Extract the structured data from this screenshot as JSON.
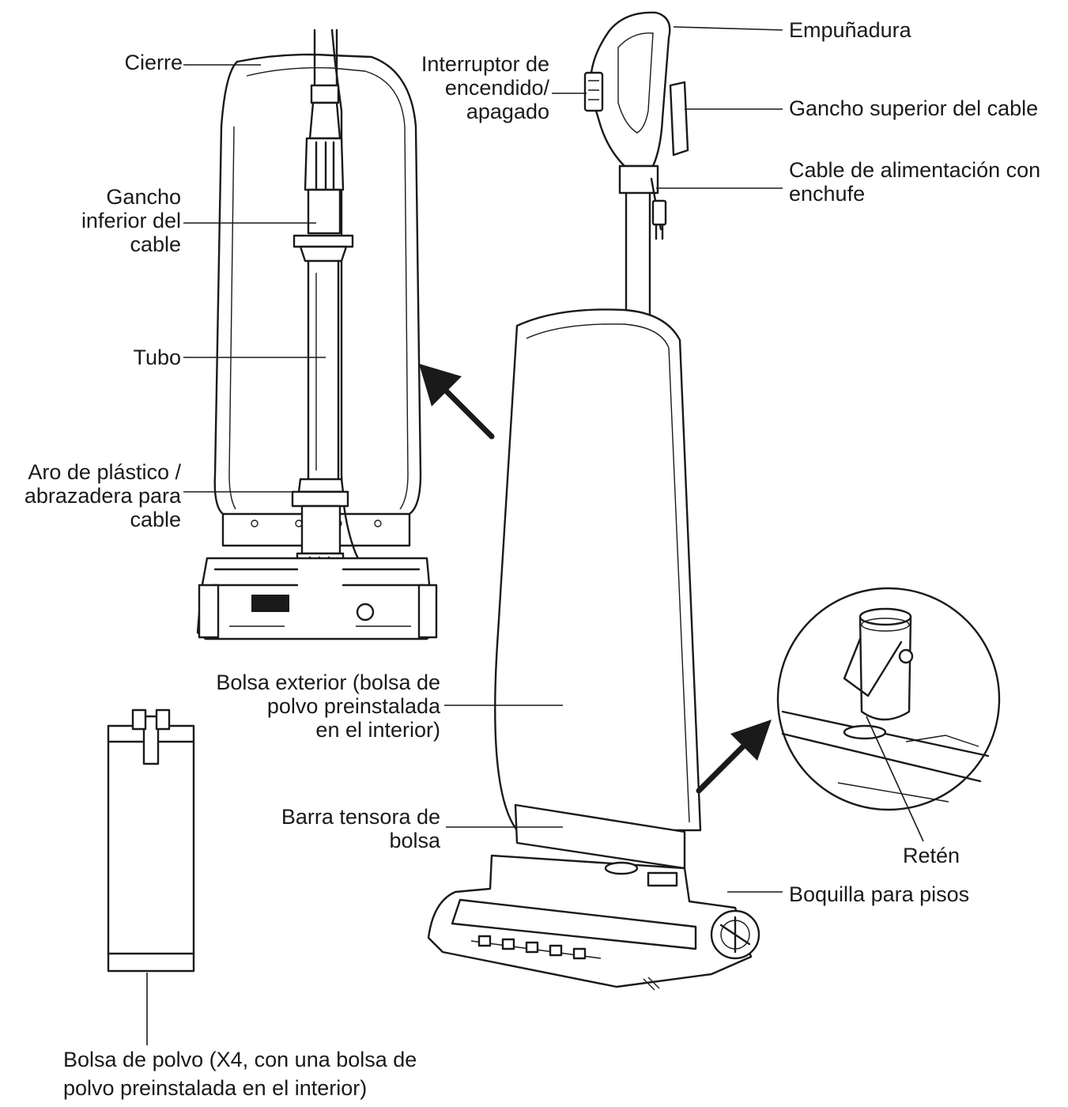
{
  "labels": {
    "cierre": "Cierre",
    "gancho_inferior": [
      "Gancho",
      "inferior del",
      "cable"
    ],
    "tubo": "Tubo",
    "aro": [
      "Aro de plástico /",
      "abrazadera para",
      "cable"
    ],
    "interruptor": [
      "Interruptor de",
      "encendido/",
      "apagado"
    ],
    "empunadura": "Empuñadura",
    "gancho_superior": "Gancho superior del cable",
    "cable_alimentacion": [
      "Cable de alimentación con",
      "enchufe"
    ],
    "bolsa_exterior": [
      "Bolsa exterior (bolsa de",
      "polvo preinstalada",
      "en el interior)"
    ],
    "barra_tensora": [
      "Barra tensora de",
      "bolsa"
    ],
    "reten": "Retén",
    "boquilla": "Boquilla para pisos",
    "bolsa_polvo": [
      "Bolsa de polvo (X4, con una bolsa de",
      "polvo preinstalada en el interior)"
    ]
  }
}
